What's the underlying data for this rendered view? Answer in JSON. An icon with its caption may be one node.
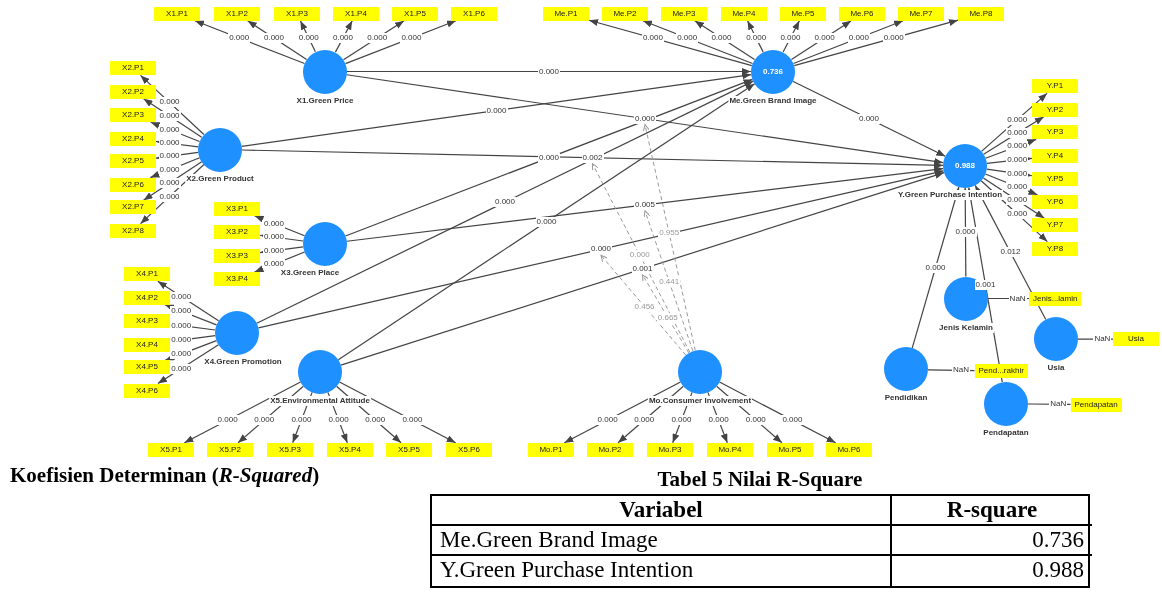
{
  "diagram": {
    "nodes": [
      {
        "text": [
          "X1.Green Price"
        ]
      },
      {
        "text": [
          "X1.P1"
        ]
      },
      {
        "text": [
          "X1.P2"
        ]
      },
      {
        "text": [
          "X1.P3"
        ]
      },
      {
        "text": [
          "X1.P4"
        ]
      },
      {
        "text": [
          "X1.P5"
        ]
      },
      {
        "text": [
          "X1.P6"
        ]
      },
      {
        "text": [
          "0.736",
          "Me.Green Brand Image"
        ]
      },
      {
        "text": [
          "Me.P1"
        ]
      },
      {
        "text": [
          "Me.P2"
        ]
      },
      {
        "text": [
          "Me.P3"
        ]
      },
      {
        "text": [
          "Me.P4"
        ]
      },
      {
        "text": [
          "Me.P5"
        ]
      },
      {
        "text": [
          "Me.P6"
        ]
      },
      {
        "text": [
          "Me.P7"
        ]
      },
      {
        "text": [
          "Me.P8"
        ]
      },
      {
        "text": [
          "X2.Green Product"
        ]
      },
      {
        "text": [
          "X2.P1"
        ]
      },
      {
        "text": [
          "X2.P2"
        ]
      },
      {
        "text": [
          "X2.P3"
        ]
      },
      {
        "text": [
          "X2.P4"
        ]
      },
      {
        "text": [
          "X2.P5"
        ]
      },
      {
        "text": [
          "X2.P6"
        ]
      },
      {
        "text": [
          "X2.P7"
        ]
      },
      {
        "text": [
          "X2.P8"
        ]
      },
      {
        "text": [
          "X3.Green Place"
        ]
      },
      {
        "text": [
          "X3.P1"
        ]
      },
      {
        "text": [
          "X3.P2"
        ]
      },
      {
        "text": [
          "X3.P3"
        ]
      },
      {
        "text": [
          "X3.P4"
        ]
      },
      {
        "text": [
          "X4.Green Promotion"
        ]
      },
      {
        "text": [
          "X4.P1"
        ]
      },
      {
        "text": [
          "X4.P2"
        ]
      },
      {
        "text": [
          "X4.P3"
        ]
      },
      {
        "text": [
          "X4.P4"
        ]
      },
      {
        "text": [
          "X4.P5"
        ]
      },
      {
        "text": [
          "X4.P6"
        ]
      },
      {
        "text": [
          "0.988",
          "Y.Green Purchase Intention"
        ]
      },
      {
        "text": [
          "Y.P1"
        ]
      },
      {
        "text": [
          "Y.P2"
        ]
      },
      {
        "text": [
          "Y.P3"
        ]
      },
      {
        "text": [
          "Y.P4"
        ]
      },
      {
        "text": [
          "Y.P5"
        ]
      },
      {
        "text": [
          "Y.P6"
        ]
      },
      {
        "text": [
          "Y.P7"
        ]
      },
      {
        "text": [
          "Y.P8"
        ]
      },
      {
        "text": [
          "Jenis Kelamin"
        ]
      },
      {
        "text": [
          "Jenis...lamin"
        ]
      },
      {
        "text": [
          "Usia"
        ]
      },
      {
        "text": [
          "Usia"
        ]
      },
      {
        "text": [
          "Pendidikan"
        ]
      },
      {
        "text": [
          "Pend...rakhir"
        ]
      },
      {
        "text": [
          "Pendapatan"
        ]
      },
      {
        "text": [
          "Pendapatan"
        ]
      },
      {
        "text": [
          "X5.Environmental Attitude"
        ]
      },
      {
        "text": [
          "X5.P1"
        ]
      },
      {
        "text": [
          "X5.P2"
        ]
      },
      {
        "text": [
          "X5.P3"
        ]
      },
      {
        "text": [
          "X5.P4"
        ]
      },
      {
        "text": [
          "X5.P5"
        ]
      },
      {
        "text": [
          "X5.P6"
        ]
      },
      {
        "text": [
          "Mo.Consumer Involvement"
        ]
      },
      {
        "text": [
          "Mo.P1"
        ]
      },
      {
        "text": [
          "Mo.P2"
        ]
      },
      {
        "text": [
          "Mo.P3"
        ]
      },
      {
        "text": [
          "Mo.P4"
        ]
      },
      {
        "text": [
          "Mo.P5"
        ]
      },
      {
        "text": [
          "Mo.P6"
        ]
      }
    ],
    "edges": [
      {
        "from": 0,
        "to": 1,
        "arrow": "to",
        "label": "0.000"
      },
      {
        "from": 0,
        "to": 2,
        "arrow": "to",
        "label": "0.000"
      },
      {
        "from": 0,
        "to": 3,
        "arrow": "to",
        "label": "0.000"
      },
      {
        "from": 0,
        "to": 4,
        "arrow": "to",
        "label": "0.000"
      },
      {
        "from": 0,
        "to": 5,
        "arrow": "to",
        "label": "0.000"
      },
      {
        "from": 0,
        "to": 6,
        "arrow": "to",
        "label": "0.000"
      },
      {
        "from": 7,
        "to": 8,
        "arrow": "to",
        "label": "0.000"
      },
      {
        "from": 7,
        "to": 9,
        "arrow": "to",
        "label": "0.000"
      },
      {
        "from": 7,
        "to": 10,
        "arrow": "to",
        "label": "0.000"
      },
      {
        "from": 7,
        "to": 11,
        "arrow": "to",
        "label": "0.000"
      },
      {
        "from": 7,
        "to": 12,
        "arrow": "to",
        "label": "0.000"
      },
      {
        "from": 7,
        "to": 13,
        "arrow": "to",
        "label": "0.000"
      },
      {
        "from": 7,
        "to": 14,
        "arrow": "to",
        "label": "0.000"
      },
      {
        "from": 7,
        "to": 15,
        "arrow": "to",
        "label": "0.000"
      },
      {
        "from": 16,
        "to": 17,
        "arrow": "to",
        "label": "0.000"
      },
      {
        "from": 16,
        "to": 18,
        "arrow": "to",
        "label": "0.000"
      },
      {
        "from": 16,
        "to": 19,
        "arrow": "to",
        "label": "0.000"
      },
      {
        "from": 16,
        "to": 20,
        "arrow": "to",
        "label": "0.000"
      },
      {
        "from": 16,
        "to": 21,
        "arrow": "to",
        "label": "0.000"
      },
      {
        "from": 16,
        "to": 22,
        "arrow": "to",
        "label": "0.000"
      },
      {
        "from": 16,
        "to": 23,
        "arrow": "to",
        "label": "0.000"
      },
      {
        "from": 16,
        "to": 24,
        "arrow": "to",
        "label": "0.000"
      },
      {
        "from": 25,
        "to": 26,
        "arrow": "to",
        "label": "0.000"
      },
      {
        "from": 25,
        "to": 27,
        "arrow": "to",
        "label": "0.000"
      },
      {
        "from": 25,
        "to": 28,
        "arrow": "to",
        "label": "0.000"
      },
      {
        "from": 25,
        "to": 29,
        "arrow": "to",
        "label": "0.000"
      },
      {
        "from": 30,
        "to": 31,
        "arrow": "to",
        "label": "0.000"
      },
      {
        "from": 30,
        "to": 32,
        "arrow": "to",
        "label": "0.000"
      },
      {
        "from": 30,
        "to": 33,
        "arrow": "to",
        "label": "0.000"
      },
      {
        "from": 30,
        "to": 34,
        "arrow": "to",
        "label": "0.000"
      },
      {
        "from": 30,
        "to": 35,
        "arrow": "to",
        "label": "0.000"
      },
      {
        "from": 30,
        "to": 36,
        "arrow": "to",
        "label": "0.000"
      },
      {
        "from": 37,
        "to": 38,
        "arrow": "to",
        "label": "0.000"
      },
      {
        "from": 37,
        "to": 39,
        "arrow": "to",
        "label": "0.000"
      },
      {
        "from": 37,
        "to": 40,
        "arrow": "to",
        "label": "0.000"
      },
      {
        "from": 37,
        "to": 41,
        "arrow": "to",
        "label": "0.000"
      },
      {
        "from": 37,
        "to": 42,
        "arrow": "to",
        "label": "0.000"
      },
      {
        "from": 37,
        "to": 43,
        "arrow": "to",
        "label": "0.000"
      },
      {
        "from": 37,
        "to": 44,
        "arrow": "to",
        "label": "0.000"
      },
      {
        "from": 37,
        "to": 45,
        "arrow": "to",
        "label": "0.000"
      },
      {
        "from": 54,
        "to": 55,
        "arrow": "to",
        "label": "0.000"
      },
      {
        "from": 54,
        "to": 56,
        "arrow": "to",
        "label": "0.000"
      },
      {
        "from": 54,
        "to": 57,
        "arrow": "to",
        "label": "0.000"
      },
      {
        "from": 54,
        "to": 58,
        "arrow": "to",
        "label": "0.000"
      },
      {
        "from": 54,
        "to": 59,
        "arrow": "to",
        "label": "0.000"
      },
      {
        "from": 54,
        "to": 60,
        "arrow": "to",
        "label": "0.000"
      },
      {
        "from": 61,
        "to": 62,
        "arrow": "to",
        "label": "0.000"
      },
      {
        "from": 61,
        "to": 63,
        "arrow": "to",
        "label": "0.000"
      },
      {
        "from": 61,
        "to": 64,
        "arrow": "to",
        "label": "0.000"
      },
      {
        "from": 61,
        "to": 65,
        "arrow": "to",
        "label": "0.000"
      },
      {
        "from": 61,
        "to": 66,
        "arrow": "to",
        "label": "0.000"
      },
      {
        "from": 61,
        "to": 67,
        "arrow": "to",
        "label": "0.000"
      },
      {
        "from": 46,
        "to": 47,
        "arrow": "none",
        "label": "NaN"
      },
      {
        "from": 48,
        "to": 49,
        "arrow": "none",
        "label": "NaN"
      },
      {
        "from": 50,
        "to": 51,
        "arrow": "none",
        "label": "NaN"
      },
      {
        "from": 52,
        "to": 53,
        "arrow": "none",
        "label": "NaN"
      },
      {
        "from": 0,
        "to": 7,
        "arrow": "to",
        "label": "0.000"
      },
      {
        "from": 0,
        "to": 37,
        "arrow": "to",
        "label": "0.000"
      },
      {
        "from": 16,
        "to": 7,
        "arrow": "to",
        "label": "0.000"
      },
      {
        "from": 16,
        "to": 37,
        "arrow": "to",
        "label": "0.002"
      },
      {
        "from": 25,
        "to": 7,
        "arrow": "to",
        "label": "0.000"
      },
      {
        "from": 25,
        "to": 37,
        "arrow": "to",
        "label": "0.005"
      },
      {
        "from": 30,
        "to": 7,
        "arrow": "to",
        "label": "0.000"
      },
      {
        "from": 30,
        "to": 37,
        "arrow": "to",
        "label": "0.000"
      },
      {
        "from": 54,
        "to": 7,
        "arrow": "to",
        "label": "0.000"
      },
      {
        "from": 54,
        "to": 37,
        "arrow": "to",
        "label": "0.001"
      },
      {
        "from": 7,
        "to": 37,
        "arrow": "to",
        "label": "0.000"
      },
      {
        "from": 50,
        "to": 37,
        "arrow": "to",
        "label": "0.000"
      },
      {
        "from": 46,
        "to": 37,
        "arrow": "to",
        "label": "0.000"
      },
      {
        "from": 52,
        "to": 37,
        "arrow": "to",
        "label": "0.001"
      },
      {
        "from": 48,
        "to": 37,
        "arrow": "to",
        "label": "0.012"
      },
      {
        "from": 61,
        "to": null,
        "arrow": "to",
        "label": "0.955",
        "style": "dashed",
        "color": "#999999"
      },
      {
        "from": 61,
        "to": null,
        "arrow": "to",
        "label": "0.000",
        "style": "dashed",
        "color": "#999999"
      },
      {
        "from": 61,
        "to": null,
        "arrow": "to",
        "label": "0.441",
        "style": "dashed",
        "color": "#999999"
      },
      {
        "from": 61,
        "to": null,
        "arrow": "to",
        "label": "0.456",
        "style": "dashed",
        "color": "#999999"
      },
      {
        "from": 61,
        "to": null,
        "arrow": "to",
        "label": "0.665",
        "style": "dashed",
        "color": "#999999"
      }
    ],
    "labels": [
      "Koefisien Determinan (*R-Squared*)",
      "Tabel 5 Nilai R-Square",
      "Variabel",
      "R-square",
      "Me.Green Brand Image",
      "0.736",
      "Y.Green Purchase Intention",
      "0.988"
    ]
  }
}
